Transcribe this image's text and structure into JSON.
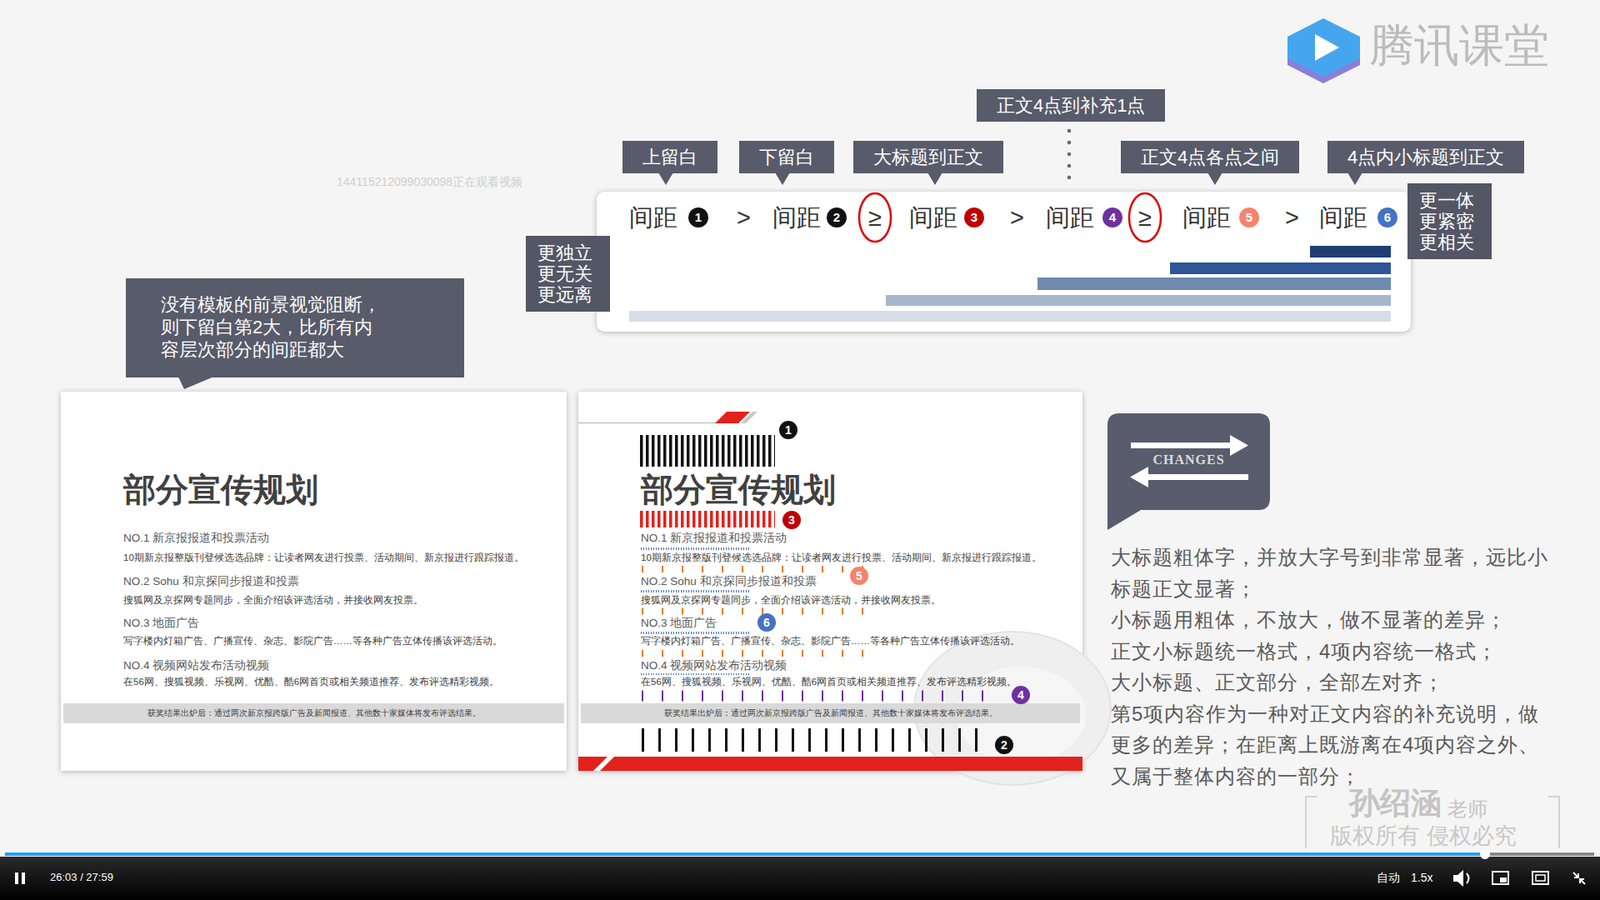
{
  "diagram": {
    "nodes": [
      {
        "text": [
          "正文4点到补充1点"
        ]
      },
      {
        "text": [
          "上留白"
        ]
      },
      {
        "text": [
          "下留白"
        ]
      },
      {
        "text": [
          "大标题到正文"
        ]
      },
      {
        "text": [
          "正文4点各点之间"
        ]
      },
      {
        "text": [
          "4点内小标题到正文"
        ]
      },
      {
        "text": [
          "更独立 更无关 更远离"
        ]
      },
      {
        "text": [
          "更一体 更紧密 更相关"
        ]
      },
      {
        "text": [
          "没有模板的前景视觉阻断，则下留白第2大，比所有内容层次部分的间距都大"
        ]
      },
      {
        "text": [
          "部分宣传规划",
          "NO.1 新京报报道和投票活动",
          "10期新京报整版刊登候选选品牌：让读者网友进行投票、活动期间、新京报进行跟踪报道。",
          "NO.2 Sohu 和京探同步报道和投票",
          "搜狐网及京探网专题同步，全面介绍该评选活动，并接收网友投票。",
          "NO.3 地面广告",
          "写字楼内灯箱广告、广播宣传、杂志、影院广告……等各种广告立体传播该评选活动。",
          "NO.4 视频网站发布活动视频",
          "在56网、搜狐视频、乐视网、优酷、酷6网首页或相关频道推荐、发布评选精彩视频。"
        ]
      },
      {
        "text": [
          "获奖结果出炉后：通过两次新京报跨版广告及新闻报道、其他数十家媒体将发布评选结果。"
        ],
        "in": 9
      },
      {
        "text": [
          "部分宣传规划",
          "NO.1 新京报报道和投票活动",
          "10期新京报整版刊登候选选品牌：让读者网友进行投票、活动期间、新京报进行跟踪报道。",
          "NO.2 Sohu 和京探同步报道和投票",
          "搜狐网及京探网专题同步，全面介绍该评选活动，并接收网友投票。",
          "NO.3 地面广告",
          "写字楼内灯箱广告、广播宣传、杂志、影院广告……等各种广告立体传播该评选活动。",
          "NO.4 视频网站发布活动视频",
          "在56网、搜狐视频、乐视网、优酷、酷6网首页或相关频道推荐、发布评选精彩视频。"
        ]
      },
      {
        "text": [
          "获奖结果出炉后：通过两次新京报跨版广告及新闻报道、其他数十家媒体将发布评选结果。"
        ],
        "in": 11
      },
      {
        "text": [
          "CHANGES"
        ]
      }
    ],
    "labels": [
      "腾讯课堂",
      "144115212099030098正在观看视频",
      "间距",
      "1",
      ">",
      "间距",
      "2",
      "≥",
      "间距",
      "3",
      ">",
      "间距",
      "4",
      "≥",
      "间距",
      "5",
      ">",
      "间距",
      "6",
      "1",
      "3",
      "5",
      "6",
      "4",
      "2",
      "大标题粗体字，并放大字号到非常显著，远比小标题正文显著；",
      "小标题用粗体，不放大，做不显著的差异；",
      "正文小标题统一格式，4项内容统一格式；",
      "大小标题、正文部分，全部左对齐；",
      "第5项内容作为一种对正文内容的补充说明，做更多的差异；在距离上既游离在4项内容之外、又属于整体内容的一部分；",
      "孙绍涵",
      "老师",
      "版权所有 侵权必究",
      "26:03 / 27:59",
      "自动",
      "1.5x"
    ]
  }
}
